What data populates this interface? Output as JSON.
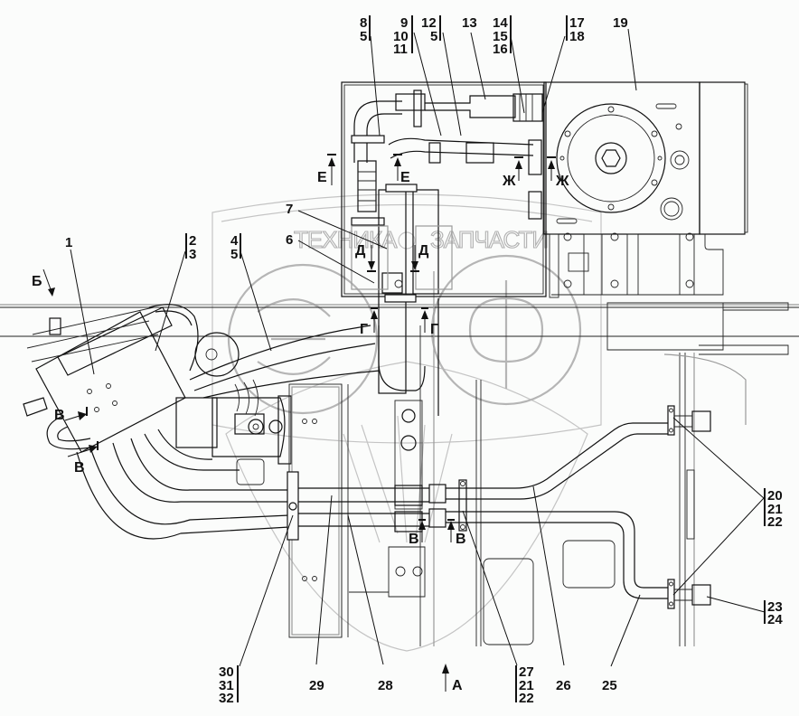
{
  "drawing": {
    "type": "hydraulic assembly technical drawing",
    "watermark": {
      "text_left": "ТЕХНИКА",
      "text_right": "ЗАПЧАСТИ",
      "logo_letters": [
        "Э",
        "Ф"
      ]
    },
    "callouts": [
      {
        "id": "c1",
        "lines": [
          "1"
        ]
      },
      {
        "id": "c2",
        "lines": [
          "2",
          "3"
        ]
      },
      {
        "id": "c4",
        "lines": [
          "4",
          "5"
        ]
      },
      {
        "id": "c6",
        "lines": [
          "6"
        ]
      },
      {
        "id": "c7",
        "lines": [
          "7"
        ]
      },
      {
        "id": "c8",
        "lines": [
          "8",
          "5"
        ]
      },
      {
        "id": "c9",
        "lines": [
          "9",
          "10",
          "11"
        ]
      },
      {
        "id": "c12",
        "lines": [
          "12",
          "5"
        ]
      },
      {
        "id": "c13",
        "lines": [
          "13"
        ]
      },
      {
        "id": "c14",
        "lines": [
          "14",
          "15",
          "16"
        ]
      },
      {
        "id": "c17",
        "lines": [
          "17",
          "18"
        ]
      },
      {
        "id": "c19",
        "lines": [
          "19"
        ]
      },
      {
        "id": "c20",
        "lines": [
          "20",
          "21",
          "22"
        ]
      },
      {
        "id": "c23",
        "lines": [
          "23",
          "24"
        ]
      },
      {
        "id": "c25",
        "lines": [
          "25"
        ]
      },
      {
        "id": "c26",
        "lines": [
          "26"
        ]
      },
      {
        "id": "c27",
        "lines": [
          "27",
          "21",
          "22"
        ]
      },
      {
        "id": "c28",
        "lines": [
          "28"
        ]
      },
      {
        "id": "c29",
        "lines": [
          "29"
        ]
      },
      {
        "id": "c30",
        "lines": [
          "30",
          "31",
          "32"
        ]
      }
    ],
    "section_markers": {
      "A": "А",
      "B_view": "Б",
      "V": "В",
      "G": "Г",
      "D": "Д",
      "E": "Е",
      "ZH": "Ж"
    }
  }
}
